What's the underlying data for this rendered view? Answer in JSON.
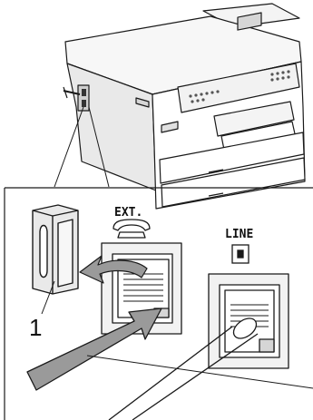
{
  "labels": {
    "ext": "EXT.",
    "line": "LINE",
    "callout": "1"
  },
  "colors": {
    "outline": "#1a1a1a",
    "arrow_fill": "#9a9a9a",
    "body_shade": "#e9e9e9",
    "detail_shade": "#d6d6d6"
  },
  "icons": [
    "telephone-handset-icon",
    "wall-jack-icon"
  ]
}
